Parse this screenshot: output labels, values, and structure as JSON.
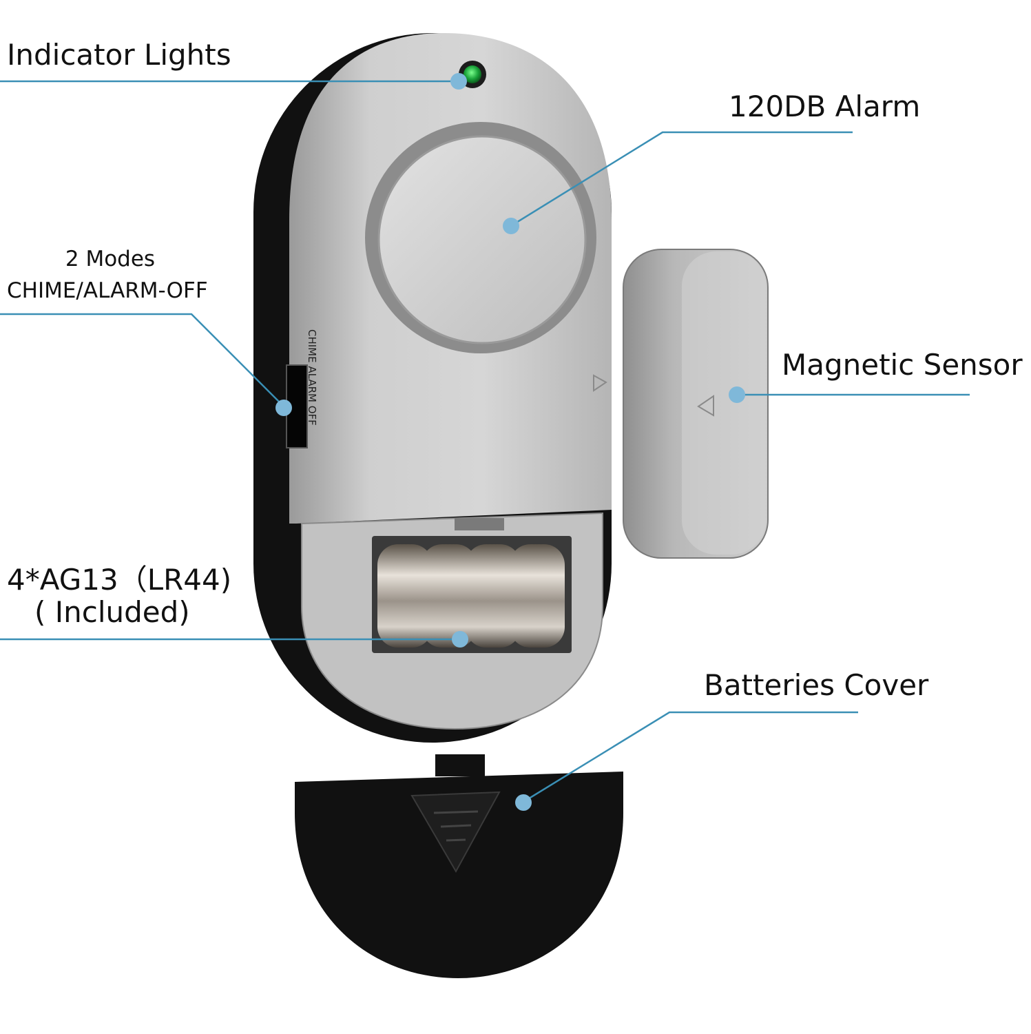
{
  "labels": {
    "indicator": "Indicator Lights",
    "alarm": "120DB Alarm",
    "modes_line1": "2 Modes",
    "modes_line2": "CHIME/ALARM-OFF",
    "sensor": "Magnetic Sensor",
    "battery_line1": "4*AG13（LR44)",
    "battery_line2": "( Included)",
    "cover": "Batteries Cover"
  },
  "device_print": {
    "switch_text": "CHIME  ALARM  OFF"
  },
  "colors": {
    "leader_line": "#3a8fb5",
    "callout_dot": "#7fb8d9",
    "silver": "#c4c4c4",
    "black_body": "#111111",
    "indicator_led": "#1aa33a"
  }
}
